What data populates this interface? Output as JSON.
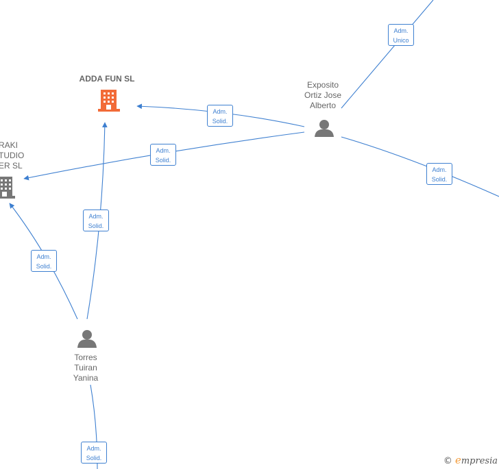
{
  "colors": {
    "edge": "#3d7fd0",
    "person_icon": "#777777",
    "company_main": "#f26b38",
    "company_other": "#777777",
    "label_text": "#666666"
  },
  "nodes": {
    "adda_fun": {
      "name": "ADDA FUN  SL",
      "icon": "building-icon"
    },
    "raki": {
      "name": "RAKI\nTUDIO\nER  SL",
      "icon": "building-icon"
    },
    "exposito": {
      "name": "Exposito\nOrtiz Jose\nAlberto",
      "icon": "person-icon"
    },
    "torres": {
      "name": "Torres\nTuiran\nYanina",
      "icon": "person-icon"
    }
  },
  "edges": {
    "e1": {
      "line1": "Adm.",
      "line2": "Unico"
    },
    "e2": {
      "line1": "Adm.",
      "line2": "Solid."
    },
    "e3": {
      "line1": "Adm.",
      "line2": "Solid."
    },
    "e4": {
      "line1": "Adm.",
      "line2": "Solid."
    },
    "e5": {
      "line1": "Adm.",
      "line2": "Solid."
    },
    "e6": {
      "line1": "Adm.",
      "line2": "Solid."
    },
    "e7": {
      "line1": "Adm.",
      "line2": "Solid."
    }
  },
  "brand": {
    "copyright": "©",
    "initial": "e",
    "rest": "mpresia"
  }
}
